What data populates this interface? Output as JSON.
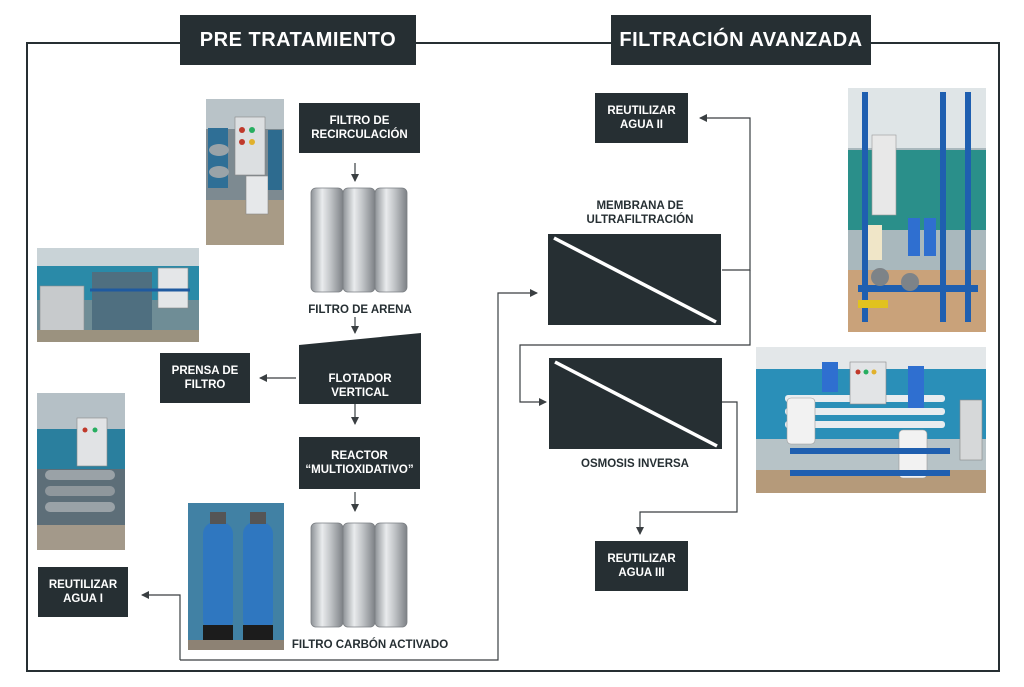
{
  "headers": {
    "pretreatment": "PRE TRATAMIENTO",
    "advanced": "FILTRACIÓN AVANZADA"
  },
  "pretreatment": {
    "recirculation_filter": "FILTRO DE\nRECIRCULACIÓN",
    "sand_filter": "FILTRO DE ARENA",
    "vertical_flotator": "FLOTADOR\nVERTICAL",
    "filter_press": "PRENSA DE\nFILTRO",
    "multioxidative_reactor": "REACTOR\n“MULTIOXIDATIVO”",
    "activated_carbon_filter": "FILTRO CARBÓN ACTIVADO",
    "reuse_water_1": "REUTILIZAR\nAGUA I"
  },
  "advanced": {
    "reuse_water_2": "REUTILIZAR\nAGUA II",
    "ultrafiltration_membrane": "MEMBRANA DE\nULTRAFILTRACIÓN",
    "reverse_osmosis": "OSMOSIS INVERSA",
    "reuse_water_3": "REUTILIZAR\nAGUA III"
  },
  "colors": {
    "dark": "#262f33",
    "line": "#3a3f42",
    "steel": "#b8bcc0"
  }
}
